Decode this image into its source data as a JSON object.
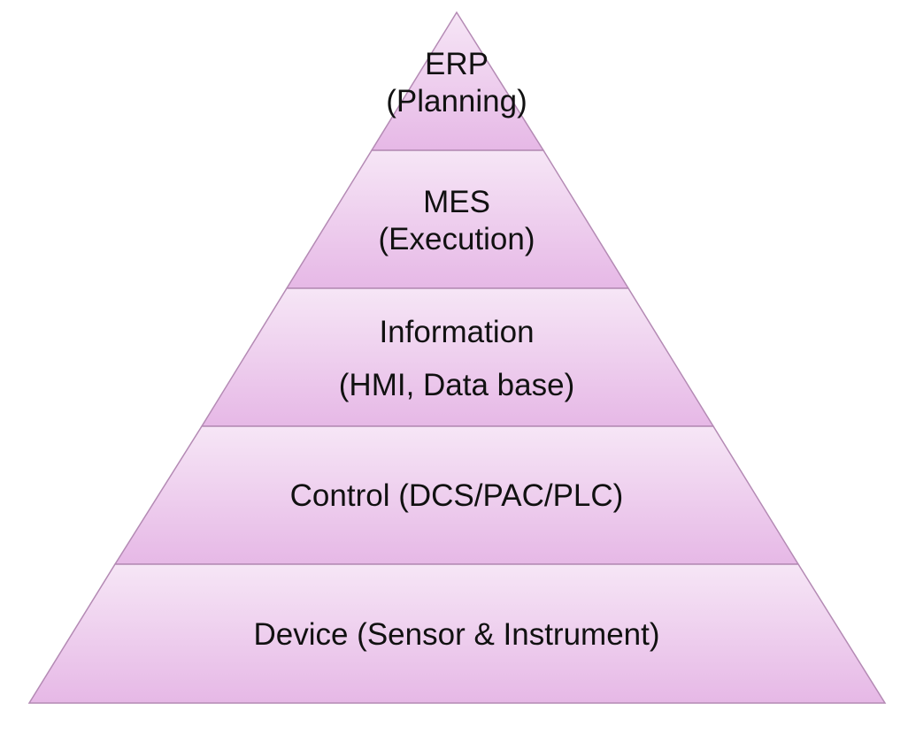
{
  "colors": {
    "fill_light": "#f6e6f6",
    "fill_dark": "#e6b8e6",
    "outline": "#b48ab4",
    "text": "#111111"
  },
  "levels": [
    {
      "id": "erp",
      "lines": [
        "ERP",
        "(Planning)"
      ]
    },
    {
      "id": "mes",
      "lines": [
        "MES",
        "(Execution)"
      ]
    },
    {
      "id": "information",
      "lines": [
        "Information",
        "(HMI, Data base)"
      ]
    },
    {
      "id": "control",
      "lines": [
        "Control (DCS/PAC/PLC)"
      ]
    },
    {
      "id": "device",
      "lines": [
        "Device (Sensor & Instrument)"
      ]
    }
  ]
}
